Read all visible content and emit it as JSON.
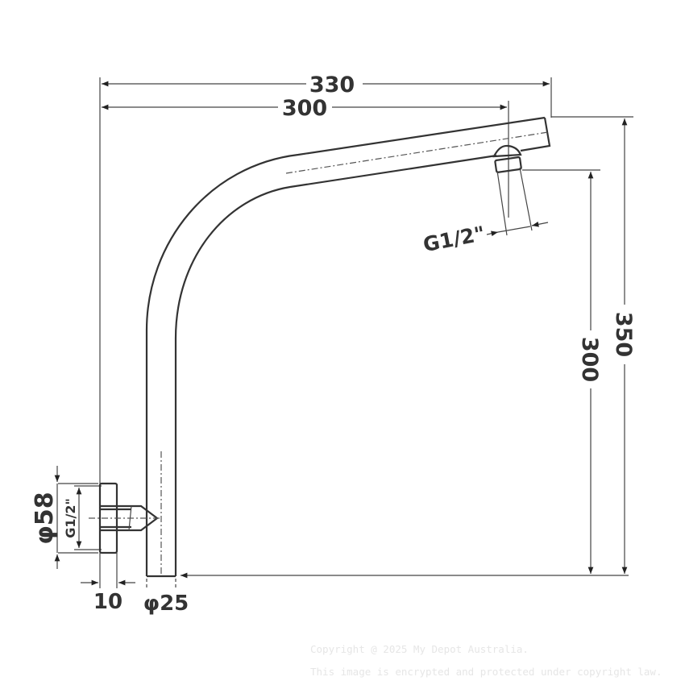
{
  "dimensions": {
    "overall_length": "330",
    "center_length": "300",
    "overall_height": "350",
    "outlet_height": "300",
    "outlet_thread": "G1/2\"",
    "flange_diameter": "φ58",
    "inlet_thread": "G1/2\"",
    "flange_thickness": "10",
    "pipe_diameter": "φ25"
  },
  "watermark": {
    "line1": "Copyright @ 2025 My Depot Australia.",
    "line2": "This image is encrypted and protected under copyright law."
  },
  "colors": {
    "line": "#333333",
    "watermark": "#e6e6e6"
  }
}
